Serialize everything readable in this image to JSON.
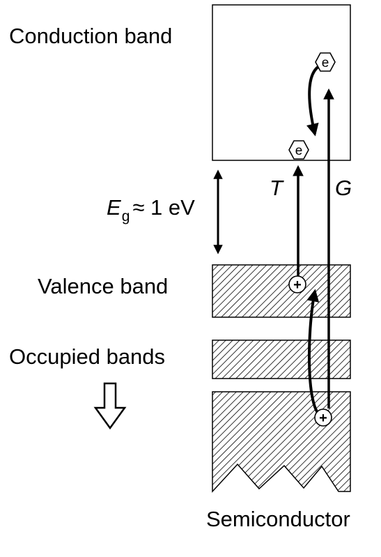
{
  "labels": {
    "conduction_band": "Conduction band",
    "valence_band": "Valence band",
    "occupied_bands": "Occupied bands",
    "material": "Semiconductor",
    "bandgap_symbol": "E",
    "bandgap_subscript": "g",
    "bandgap_value": "≈ 1 eV",
    "transition_T": "T",
    "transition_G": "G"
  },
  "particles": {
    "electron_symbol": "e",
    "hole_symbol": "+"
  },
  "colors": {
    "ink": "#000000",
    "background": "#ffffff"
  }
}
